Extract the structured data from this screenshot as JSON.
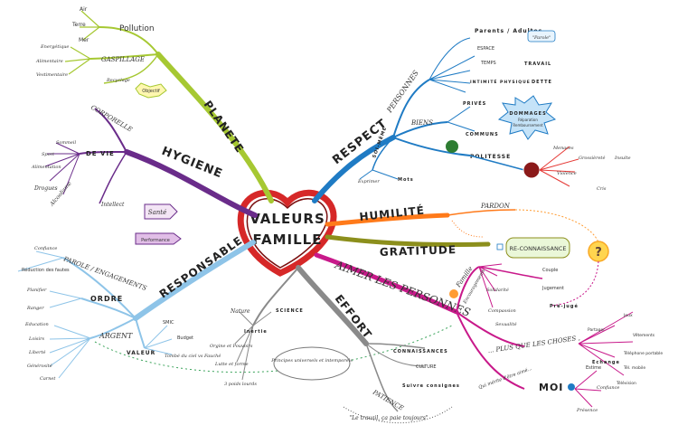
{
  "center": {
    "line1": "VALEURS",
    "line2": "FAMILLE"
  },
  "branches": {
    "planete": "PLANETE",
    "hygiene": "HYGIENE",
    "responsable": "RESPONSABLE",
    "respect": "RESPECT",
    "humilite": "HUMILITÉ",
    "gratitude": "GRATITUDE",
    "aimer": "AIMER LES PERSONNES",
    "effort": "EFFORT"
  },
  "planete": {
    "pollution": "Pollution",
    "pollution_items": [
      "Air",
      "Terre",
      "Mer"
    ],
    "gaspillage": "GASPILLAGE",
    "gaspillage_items": [
      "Energétique",
      "Alimentaire",
      "Vestimentaire"
    ],
    "recyclage": "Recyclage",
    "objectif": "Objectif"
  },
  "hygiene": {
    "corporelle": "CORPORELLE",
    "de_vie": "DE VIE",
    "de_vie_items": [
      "Sommeil",
      "Sport",
      "Alimentation",
      "Drogues",
      "Alcoolisme"
    ],
    "intellect": "Intellect",
    "sante": "Santé",
    "performance": "Performance"
  },
  "responsable": {
    "parole": "PAROLE / ENGAGEMENTS",
    "confiance": "Confiance",
    "reduction": "Réduction des fautes",
    "ordre": "ORDRE",
    "ordre_items": [
      "Planifier",
      "Ranger"
    ],
    "argent": "ARGENT",
    "argent_items": [
      "Education",
      "Loisirs",
      "Liberté",
      "Générosité",
      "Carnet"
    ],
    "valeur": "VALEUR",
    "valeur_items": [
      "SMIC",
      "Budget",
      "Tombé du ciel vs Fauché"
    ]
  },
  "respect": {
    "personnes": "PERSONNES",
    "parents": "Parents / Adultes",
    "parole": "\"Parole\"",
    "personnes_items": [
      "ESPACE",
      "TEMPS",
      "TRAVAIL",
      "INTIMITÉ PHYSIQUE",
      "DETTE"
    ],
    "biens": "BIENS",
    "biens_items": [
      "PRIVÉS",
      "COMMUNS"
    ],
    "dommages": "DOMMAGES",
    "dommages_sub": [
      "Réparation",
      "Remboursement"
    ],
    "politesse": "POLITESSE",
    "politesse_items": [
      "Menaces",
      "Grossièreté",
      "Insulte",
      "Violence",
      "Cris"
    ],
    "soi": "SOI-MÊME",
    "soi_items": [
      "Exprimer",
      "Mots"
    ]
  },
  "humilite": {
    "pardon": "PARDON"
  },
  "gratitude": {
    "reconnaissance": "RE-CONNAISSANCE"
  },
  "aimer": {
    "famille": "Famille",
    "famille_items": [
      "Encouragements",
      "Solidarité",
      "Compassion",
      "Sexualité"
    ],
    "couple": "Couple",
    "jugement": "Jugement",
    "prejuge": "Pré-jugé",
    "plus": "... PLUS QUE LES CHOSES ,",
    "plus_items": [
      "Partager",
      "Jeux",
      "Echange",
      "Vêtements",
      "Téléphone portable",
      "Tél. mobile",
      "Télévision"
    ],
    "moi": "MOI",
    "moi_items": [
      "Qui mérite d'être aimé...",
      "Estime",
      "Confiance",
      "Présence"
    ]
  },
  "effort": {
    "nature": "Nature",
    "science": "SCIENCE",
    "inertie": "Inertie",
    "effort_items": [
      "Orgine et Pouvoirs",
      "Lutte et forme",
      "3 poids lourds"
    ],
    "principes": "Principes universels et intemporels",
    "connaissances": "CONNAISSANCES",
    "culture": "CULTURE",
    "patience": "PATIENCE",
    "consignes": "Suivre consignes",
    "travail": "\"Le travail, ça paie toujours\""
  },
  "colors": {
    "planete": "#a6c832",
    "hygiene": "#6a2c8a",
    "responsable": "#8ec4e8",
    "respect": "#1f7bc4",
    "humilite": "#ff7a1a",
    "gratitude": "#8c8f1c",
    "aimer": "#c8198a",
    "effort": "#8a8a8a",
    "heart": "#d62828"
  }
}
